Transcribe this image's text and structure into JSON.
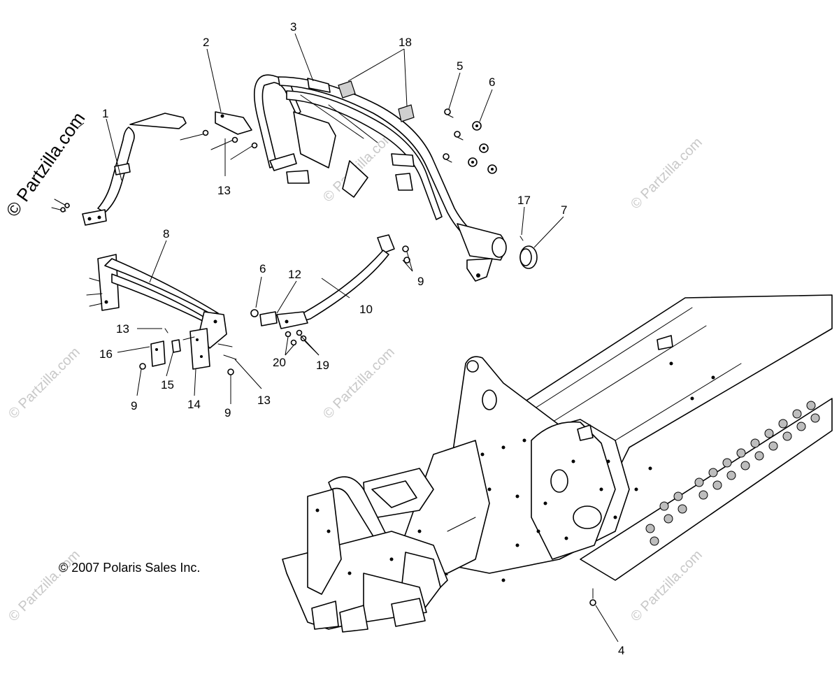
{
  "watermarks": {
    "primary": "© Partzilla.com",
    "secondary": "© Partzilla.com"
  },
  "copyright": "© 2007 Polaris Sales Inc.",
  "callouts": {
    "c1": "1",
    "c2": "2",
    "c3": "3",
    "c4": "4",
    "c5": "5",
    "c6a": "6",
    "c6b": "6",
    "c7": "7",
    "c8": "8",
    "c9a": "9",
    "c9b": "9",
    "c9c": "9",
    "c10": "10",
    "c12": "12",
    "c13a": "13",
    "c13b": "13",
    "c13c": "13",
    "c14": "14",
    "c15": "15",
    "c16": "16",
    "c17": "17",
    "c18": "18",
    "c19": "19",
    "c20": "20"
  }
}
